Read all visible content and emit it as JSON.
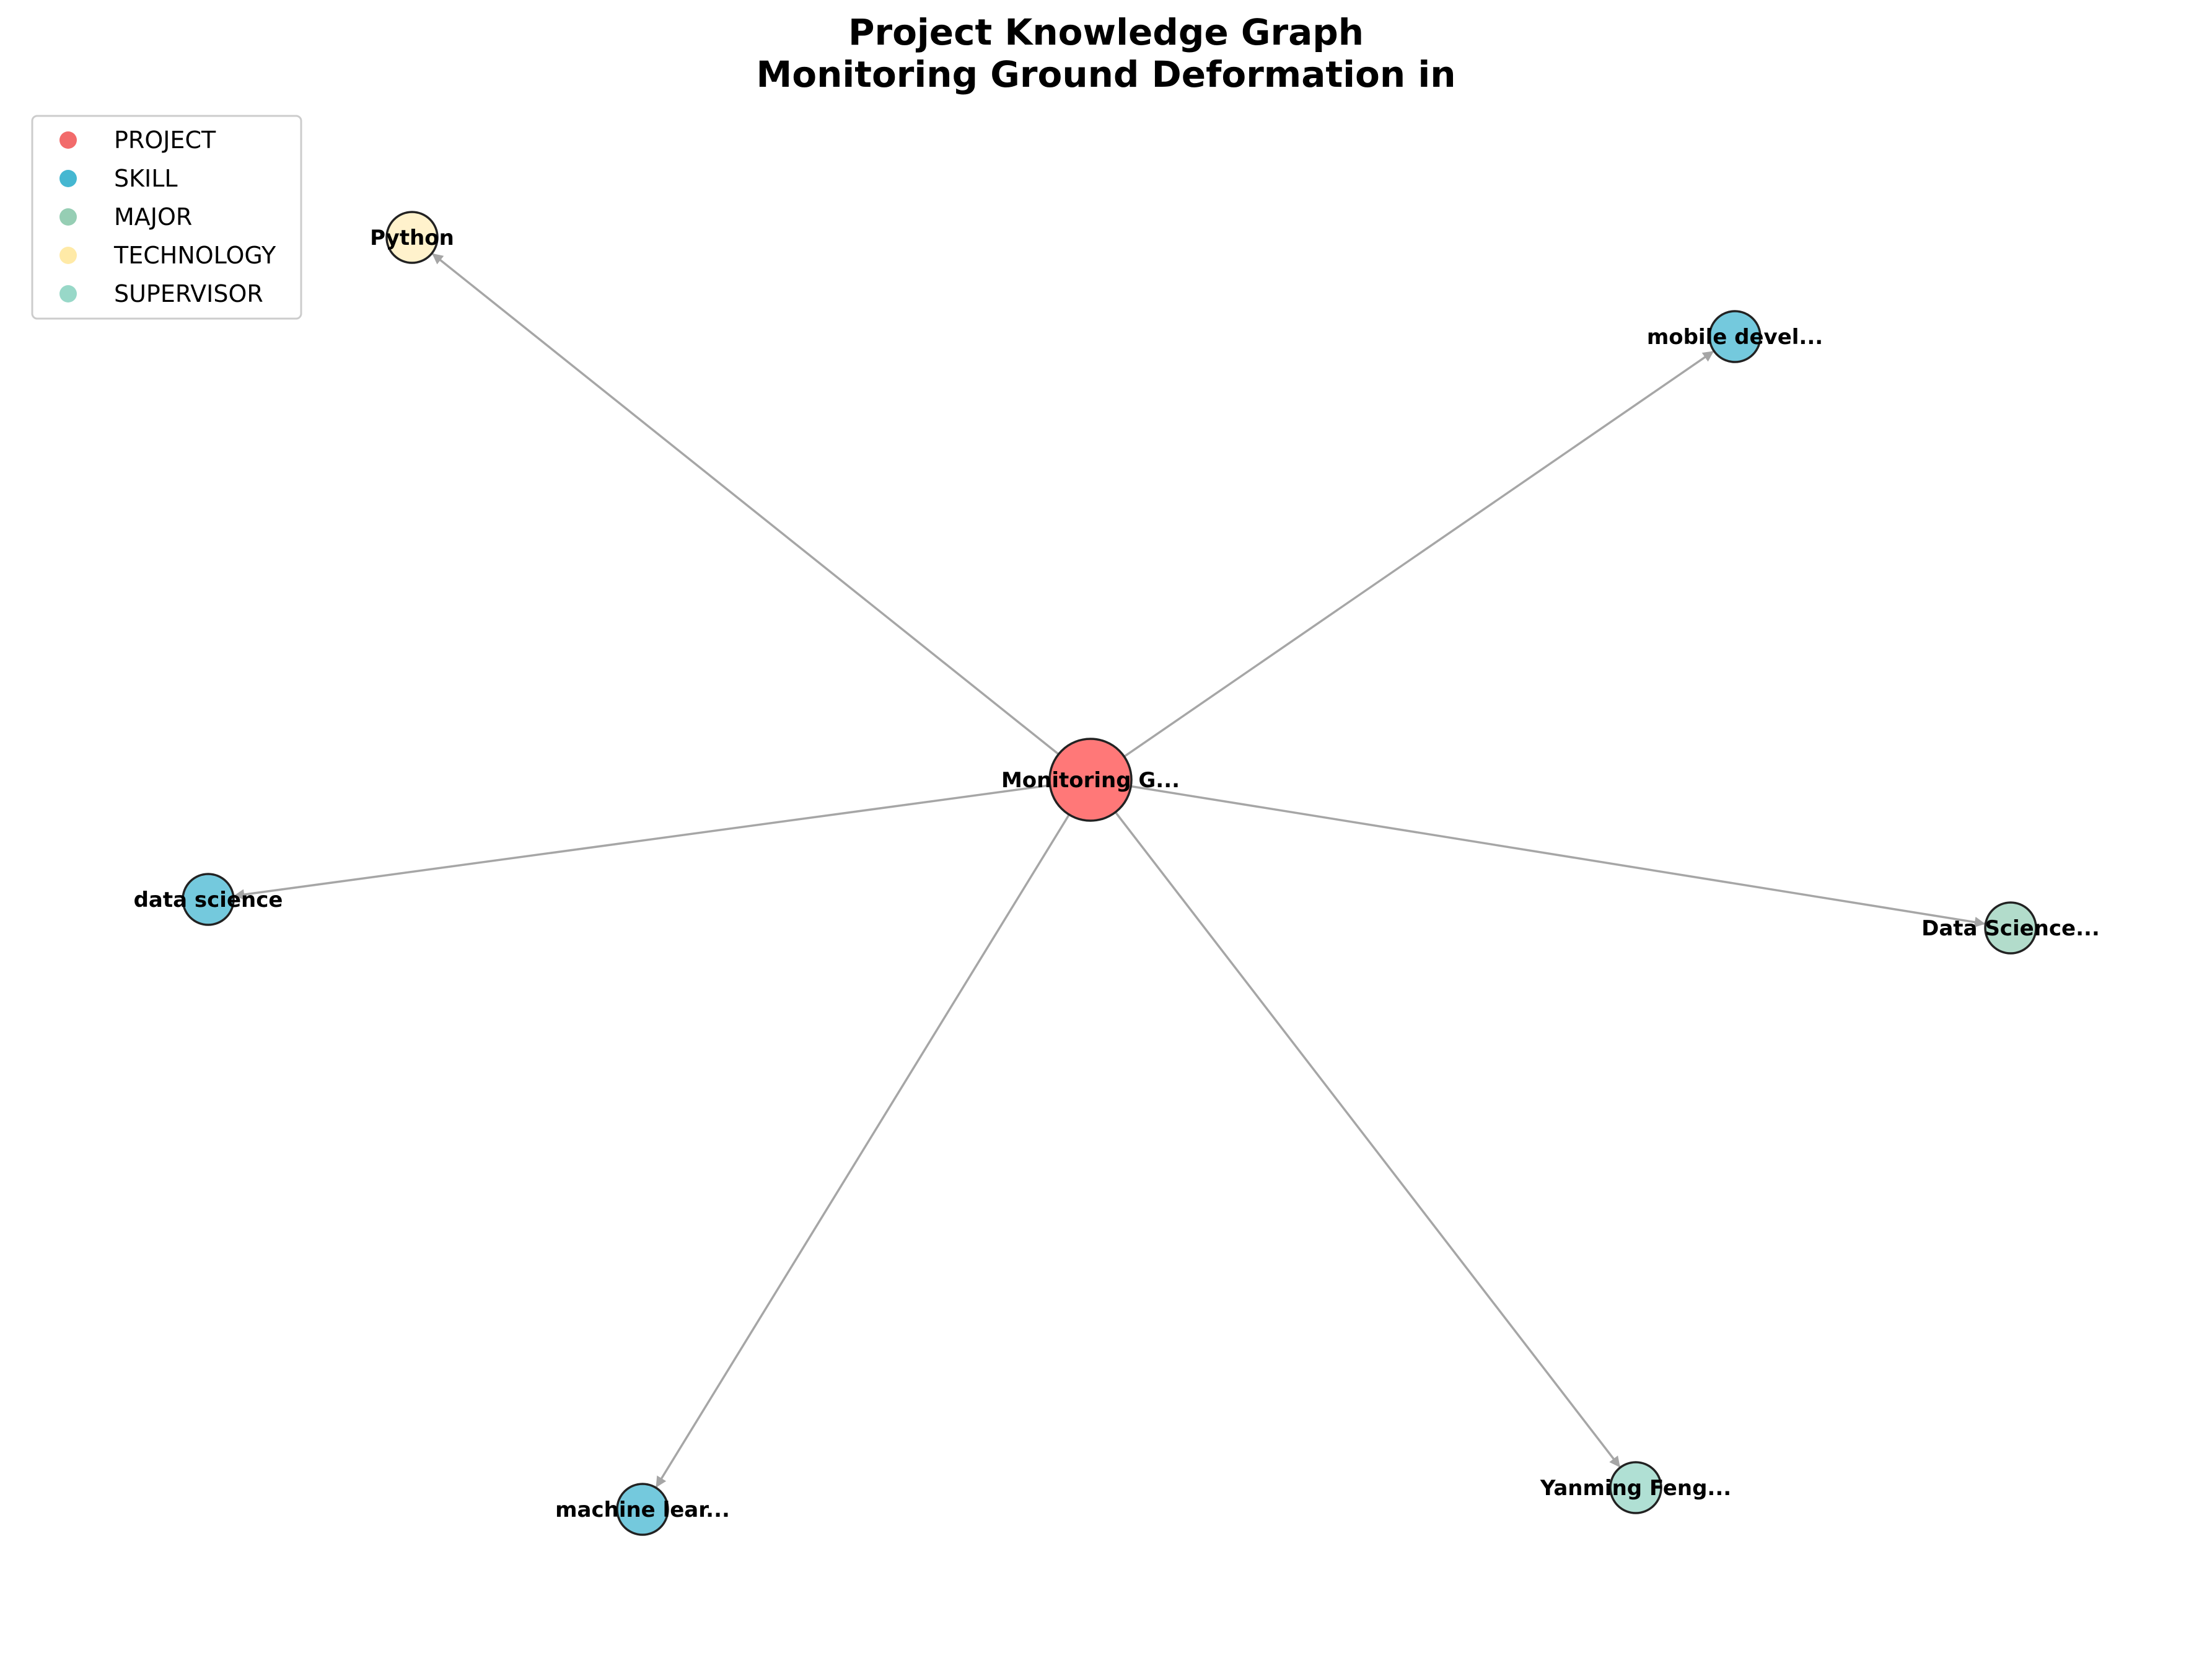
{
  "title": {
    "line1": "Project Knowledge Graph",
    "line2": "Monitoring Ground Deformation in"
  },
  "legend": [
    {
      "label": "PROJECT",
      "color": "#f26b6b"
    },
    {
      "label": "SKILL",
      "color": "#45b7d1"
    },
    {
      "label": "MAJOR",
      "color": "#96ceb4"
    },
    {
      "label": "TECHNOLOGY",
      "color": "#ffeaa7"
    },
    {
      "label": "SUPERVISOR",
      "color": "#98d8c8"
    }
  ],
  "graph": {
    "center": {
      "id": "project",
      "label": "Monitoring G...",
      "type": "PROJECT",
      "color": "#ff7878"
    },
    "nodes": [
      {
        "id": "python",
        "label": "Python",
        "type": "TECHNOLOGY",
        "color": "#fff2cc"
      },
      {
        "id": "mobile",
        "label": "mobile devel...",
        "type": "SKILL",
        "color": "#74c9dd"
      },
      {
        "id": "datasci",
        "label": "data science",
        "type": "SKILL",
        "color": "#74c9dd"
      },
      {
        "id": "major",
        "label": "Data Science...",
        "type": "MAJOR",
        "color": "#b2dccb"
      },
      {
        "id": "ml",
        "label": "machine lear...",
        "type": "SKILL",
        "color": "#74c9dd"
      },
      {
        "id": "supervisor",
        "label": "Yanming Feng...",
        "type": "SUPERVISOR",
        "color": "#b0e0d4"
      }
    ]
  }
}
